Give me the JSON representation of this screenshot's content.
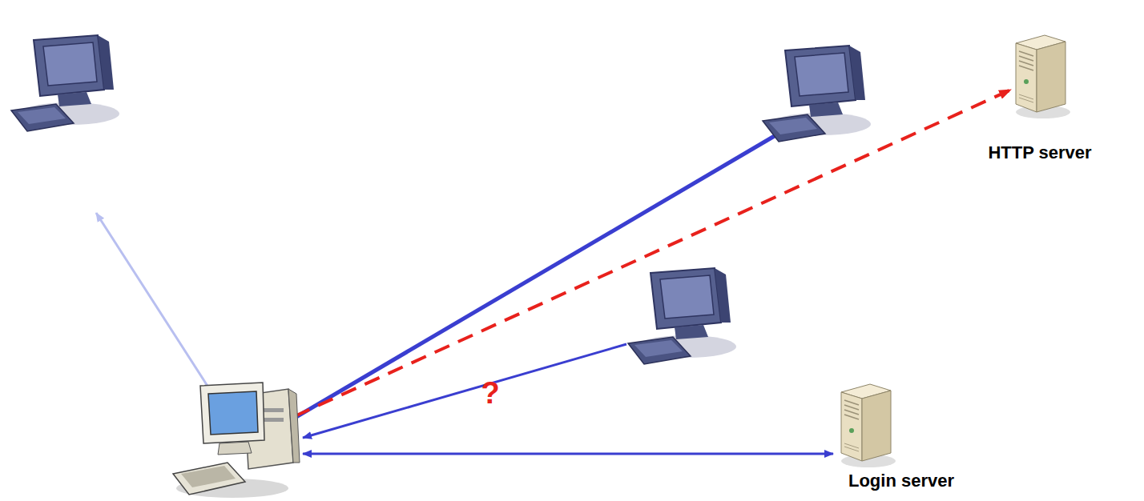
{
  "diagram": {
    "nodes": [
      {
        "text": [
          "HTTP server"
        ]
      },
      {
        "text": [
          "Login server"
        ]
      }
    ],
    "labels": [
      "?"
    ]
  }
}
